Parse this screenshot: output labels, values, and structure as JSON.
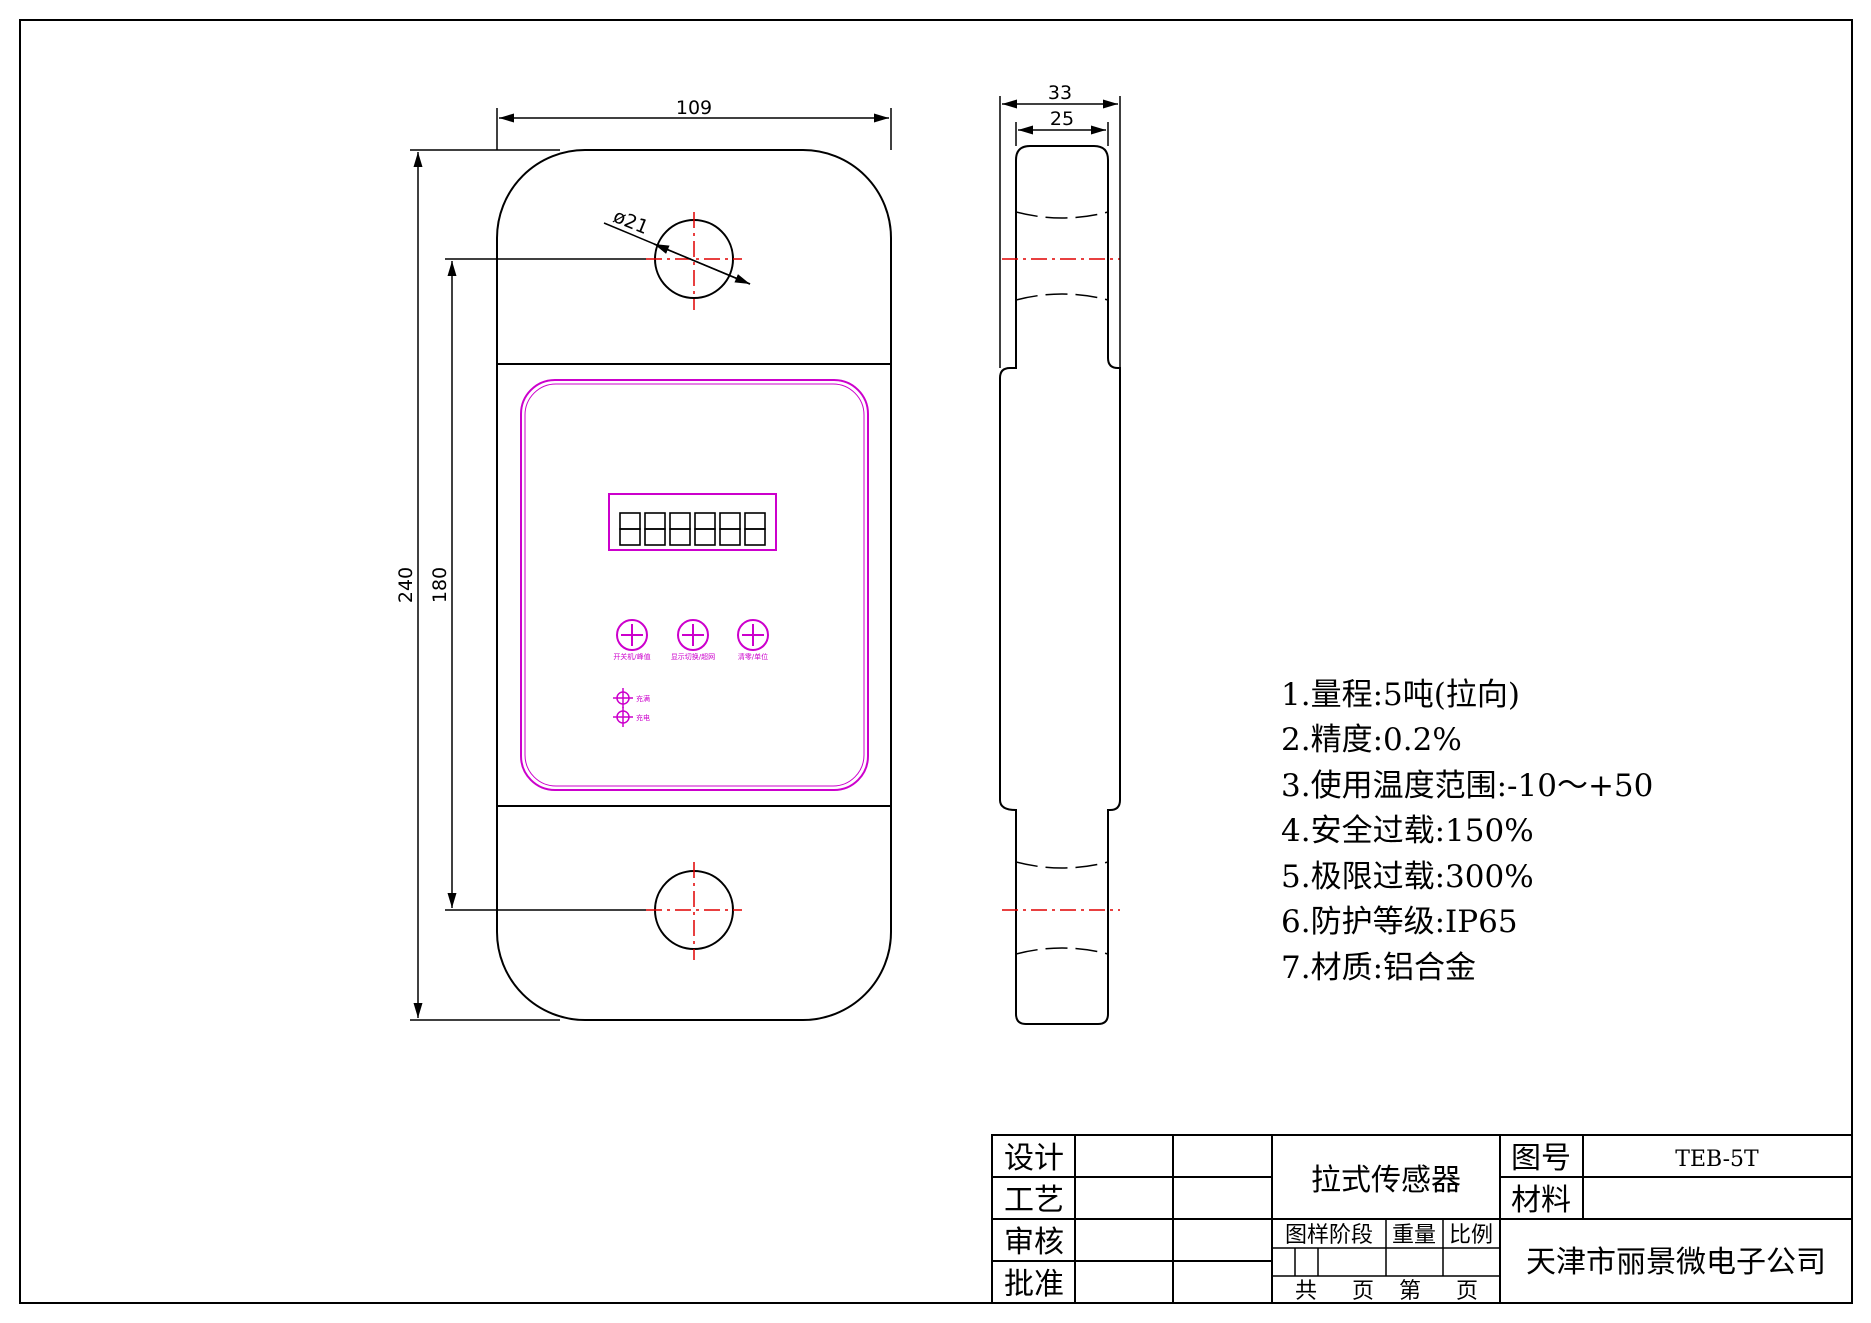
{
  "dimensions": {
    "overall_width": "109",
    "overall_height": "240",
    "hole_spacing": "180",
    "hole_diameter": "ø21",
    "side_outer_width": "33",
    "side_inner_width": "25"
  },
  "panel": {
    "button_labels": [
      "开关机/峰值",
      "显示切换/超网",
      "清零/单位"
    ],
    "indicator_labels": [
      "充满",
      "充电"
    ]
  },
  "specs": [
    "1.量程:5吨(拉向)",
    "2.精度:0.2%",
    "3.使用温度范围:-10～+50",
    "4.安全过载:150%",
    "5.极限过载:300%",
    "6.防护等级:IP65",
    "7.材质:铝合金"
  ],
  "title_block": {
    "design": "设计",
    "process": "工艺",
    "review": "审核",
    "approve": "批准",
    "product_name": "拉式传感器",
    "drawing_no_label": "图号",
    "drawing_no": "TEB-5T",
    "material_label": "材料",
    "stage": "图样阶段",
    "weight": "重量",
    "scale": "比例",
    "total": "共",
    "page1": "页",
    "sheet": "第",
    "page2": "页",
    "company": "天津市丽景微电子公司"
  },
  "colors": {
    "outline": "#000000",
    "centerline": "#e00000",
    "panel": "#cc00cc"
  }
}
